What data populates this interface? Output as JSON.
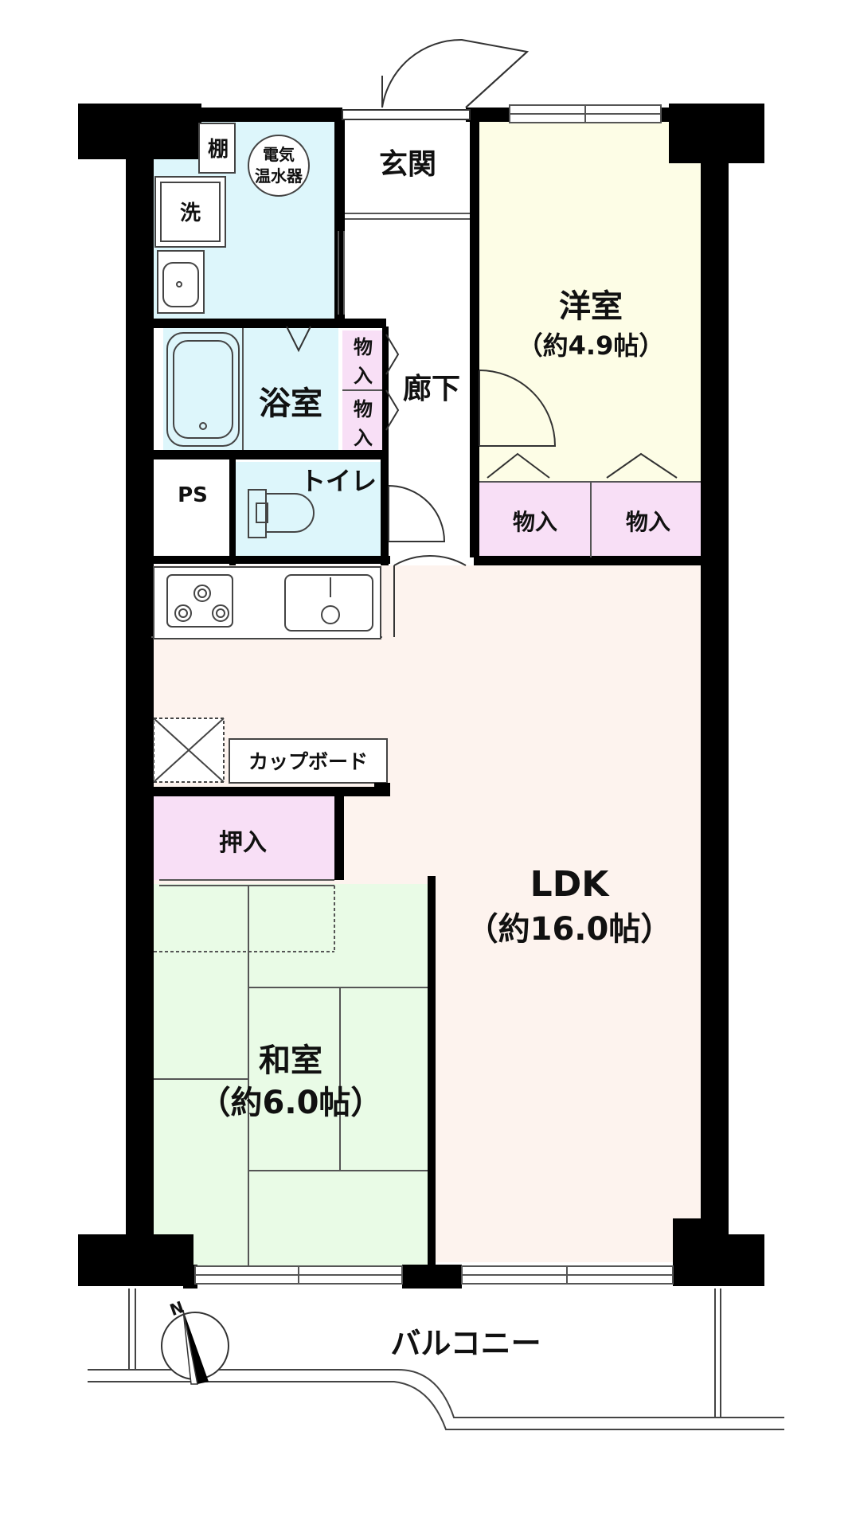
{
  "rooms": {
    "genkan": "玄関",
    "yoshitsu": "洋室",
    "yoshitsu_area": "（約4.9帖）",
    "tana": "棚",
    "water_heater_l1": "電気",
    "water_heater_l2": "温水器",
    "washer": "洗",
    "bath": "浴室",
    "storage_mono": "物",
    "storage_iri": "入",
    "corridor": "廊下",
    "ps": "PS",
    "toilet": "トイレ",
    "closet_left": "物入",
    "closet_right": "物入",
    "cupboard": "カップボード",
    "oshiire": "押入",
    "ldk": "LDK",
    "ldk_area": "（約16.0帖）",
    "washitsu": "和室",
    "washitsu_area": "（約6.0帖）",
    "balcony": "バルコニー",
    "north": "N"
  },
  "colors": {
    "wall": "#000000",
    "western_room": "#fdfde6",
    "wet_area": "#ddf6fb",
    "storage": "#f8dff6",
    "ldk": "#fdf3ee",
    "japanese_room": "#e9fbe6",
    "corridor": "#ffffff"
  }
}
